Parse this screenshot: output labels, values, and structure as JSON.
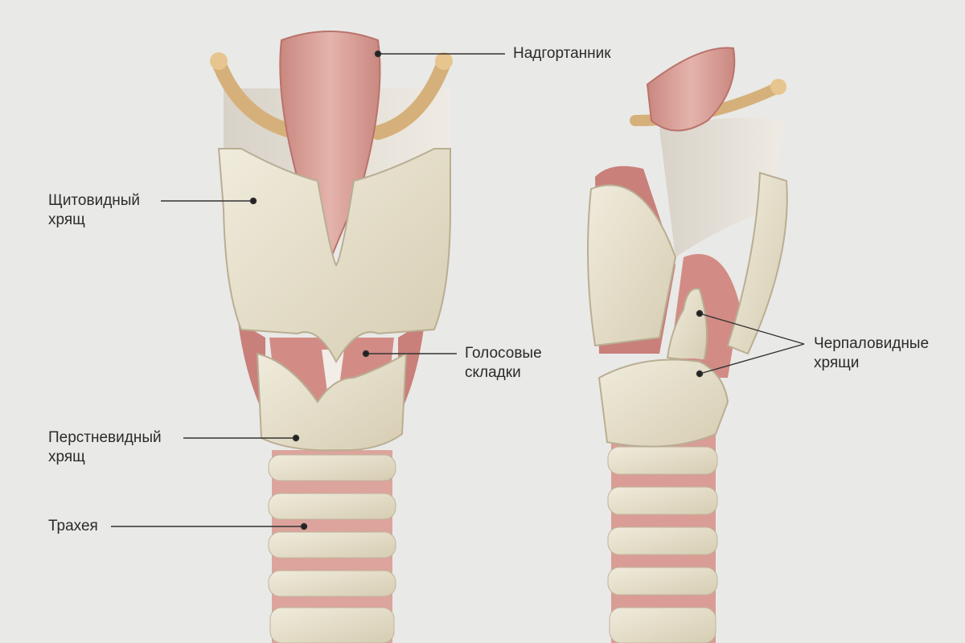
{
  "labels": {
    "epiglottis": "Надгортанник",
    "thyroid": [
      "Щитовидный",
      "хрящ"
    ],
    "vocal_folds": [
      "Голосовые",
      "складки"
    ],
    "cricoid": [
      "Перстневидный",
      "хрящ"
    ],
    "trachea": "Трахея",
    "arytenoid": [
      "Черпаловидные",
      "хрящи"
    ]
  },
  "colors": {
    "background": "#e9e9e7",
    "cartilage": "#e6e0cc",
    "cartilage_shade": "#c9c0a6",
    "tissue_pink": "#d99f9a",
    "muscle": "#c97f7a",
    "ligament": "#d6b07a",
    "leader_line": "#333333"
  }
}
